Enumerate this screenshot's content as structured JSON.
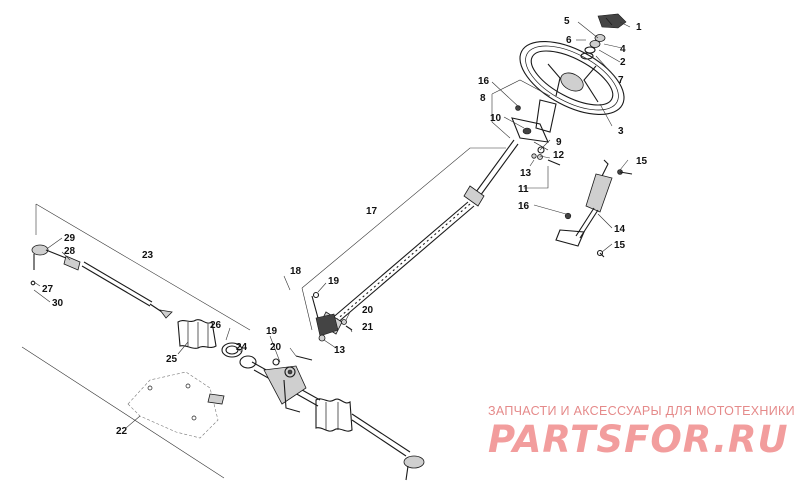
{
  "callouts": [
    {
      "id": "c1",
      "text": "1"
    },
    {
      "id": "c2",
      "text": "2"
    },
    {
      "id": "c3",
      "text": "3"
    },
    {
      "id": "c4",
      "text": "4"
    },
    {
      "id": "c5",
      "text": "5"
    },
    {
      "id": "c6",
      "text": "6"
    },
    {
      "id": "c7",
      "text": "7"
    },
    {
      "id": "c8",
      "text": "8"
    },
    {
      "id": "c9",
      "text": "9"
    },
    {
      "id": "c10",
      "text": "10"
    },
    {
      "id": "c11",
      "text": "11"
    },
    {
      "id": "c12",
      "text": "12"
    },
    {
      "id": "c13a",
      "text": "13"
    },
    {
      "id": "c13b",
      "text": "13"
    },
    {
      "id": "c14",
      "text": "14"
    },
    {
      "id": "c15a",
      "text": "15"
    },
    {
      "id": "c15b",
      "text": "15"
    },
    {
      "id": "c16a",
      "text": "16"
    },
    {
      "id": "c16b",
      "text": "16"
    },
    {
      "id": "c17",
      "text": "17"
    },
    {
      "id": "c18",
      "text": "18"
    },
    {
      "id": "c19a",
      "text": "19"
    },
    {
      "id": "c19b",
      "text": "19"
    },
    {
      "id": "c20a",
      "text": "20"
    },
    {
      "id": "c20b",
      "text": "20"
    },
    {
      "id": "c21",
      "text": "21"
    },
    {
      "id": "c22",
      "text": "22"
    },
    {
      "id": "c23",
      "text": "23"
    },
    {
      "id": "c24",
      "text": "24"
    },
    {
      "id": "c25",
      "text": "25"
    },
    {
      "id": "c26",
      "text": "26"
    },
    {
      "id": "c27",
      "text": "27"
    },
    {
      "id": "c28",
      "text": "28"
    },
    {
      "id": "c29",
      "text": "29"
    },
    {
      "id": "c30",
      "text": "30"
    }
  ],
  "watermark": {
    "tagline": "ЗАПЧАСТИ И АКСЕССУАРЫ ДЛЯ МОТОТЕХНИКИ",
    "brand": "PARTSFOR.RU"
  }
}
